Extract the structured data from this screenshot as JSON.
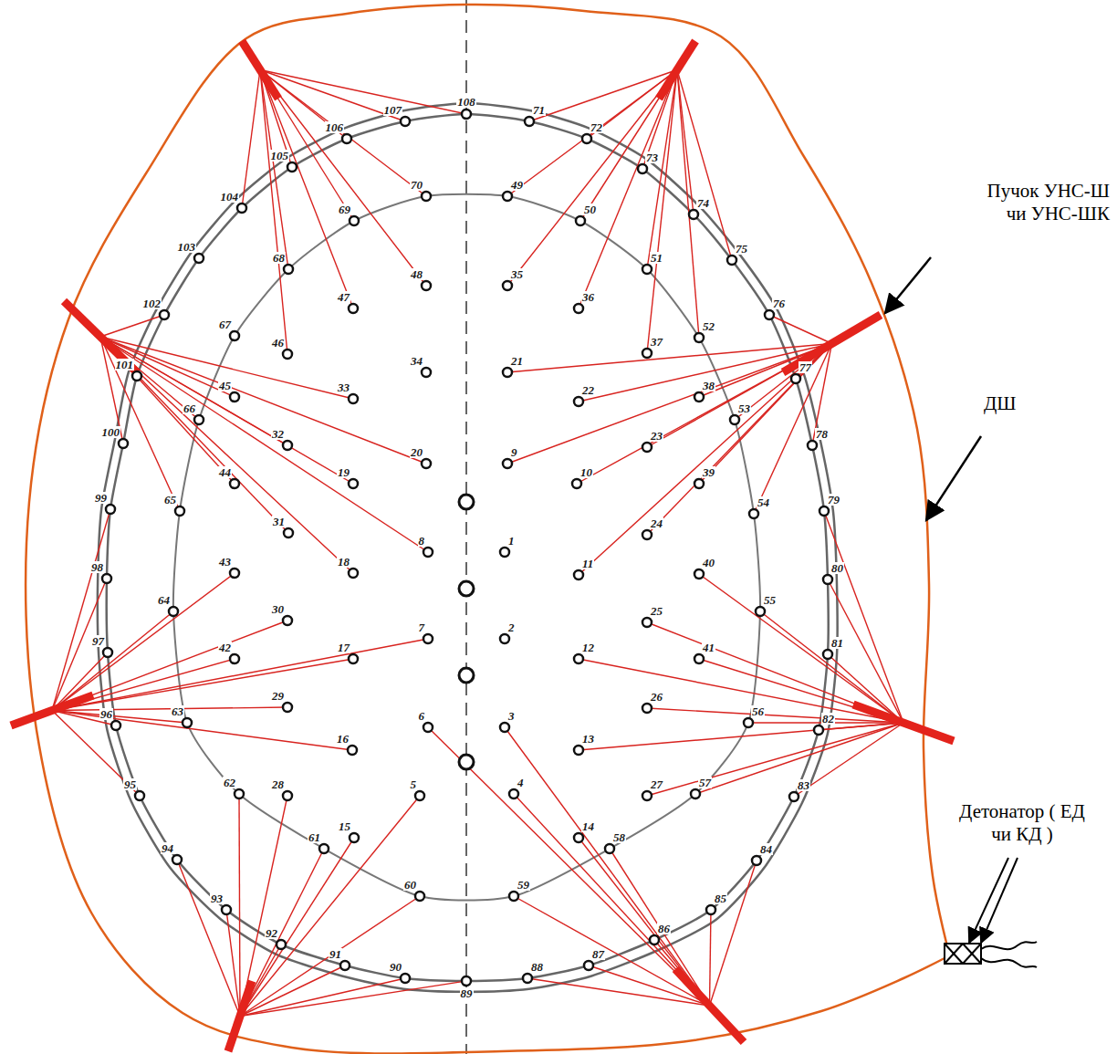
{
  "diagram": {
    "labels": [
      "Пучок УНС-Ш чи УНС-ШК",
      "ДШ",
      "Детонатор ( ЕД чи КД )",
      "1",
      "2",
      "3",
      "4",
      "5",
      "6",
      "7",
      "8",
      "9",
      "10",
      "11",
      "12",
      "13",
      "14",
      "15",
      "16",
      "17",
      "18",
      "19",
      "20",
      "21",
      "22",
      "23",
      "24",
      "25",
      "26",
      "27",
      "28",
      "29",
      "30",
      "31",
      "32",
      "33",
      "34",
      "35",
      "36",
      "37",
      "38",
      "39",
      "40",
      "41",
      "42",
      "43",
      "44",
      "45",
      "46",
      "47",
      "48",
      "49",
      "50",
      "51",
      "52",
      "53",
      "54",
      "55",
      "56",
      "57",
      "58",
      "59",
      "60",
      "61",
      "62",
      "63",
      "64",
      "65",
      "66",
      "67",
      "68",
      "69",
      "70",
      "71",
      "72",
      "73",
      "74",
      "75",
      "76",
      "77",
      "78",
      "79",
      "80",
      "81",
      "82",
      "83",
      "84",
      "85",
      "86",
      "87",
      "88",
      "89",
      "90",
      "91",
      "92",
      "93",
      "94",
      "95",
      "96",
      "97",
      "98",
      "99",
      "100",
      "101",
      "102",
      "103",
      "104",
      "105",
      "106",
      "107",
      "108"
    ]
  }
}
